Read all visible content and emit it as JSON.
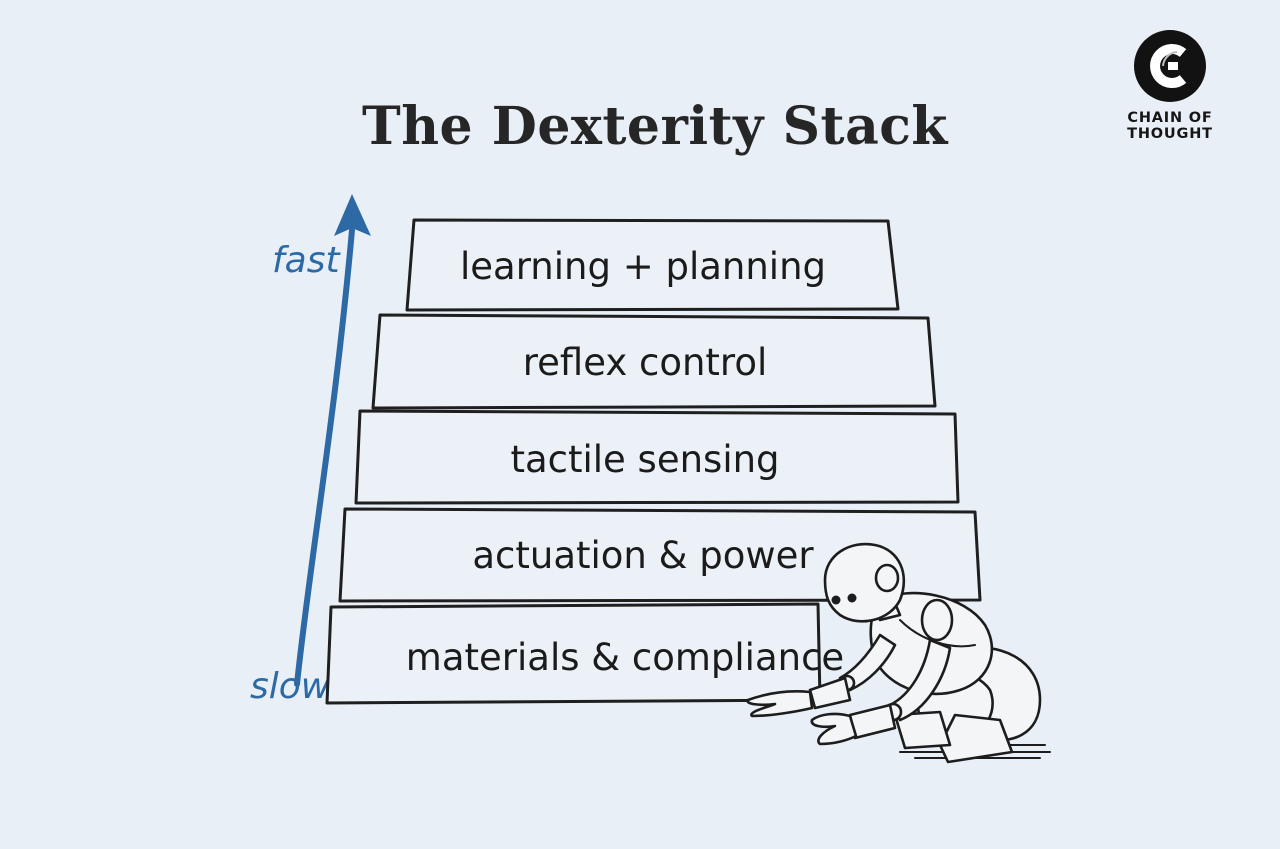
{
  "title": "The Dexterity Stack",
  "brand": {
    "name": "CHAIN OF THOUGHT",
    "logo_icon": "c-monogram-logo",
    "logo_color": "#121212"
  },
  "axis": {
    "top_label": "fast",
    "bottom_label": "slow",
    "color": "#2d6aa5",
    "direction": "upward"
  },
  "stack": [
    {
      "label": "learning + planning"
    },
    {
      "label": "reflex control"
    },
    {
      "label": "tactile sensing"
    },
    {
      "label": "actuation & power"
    },
    {
      "label": "materials & compliance"
    }
  ],
  "illustration": {
    "icon": "crouching-robot-icon"
  },
  "colors": {
    "background": "#e9eff7",
    "ink": "#1f1f1f",
    "accent_blue": "#2d6aa5"
  }
}
